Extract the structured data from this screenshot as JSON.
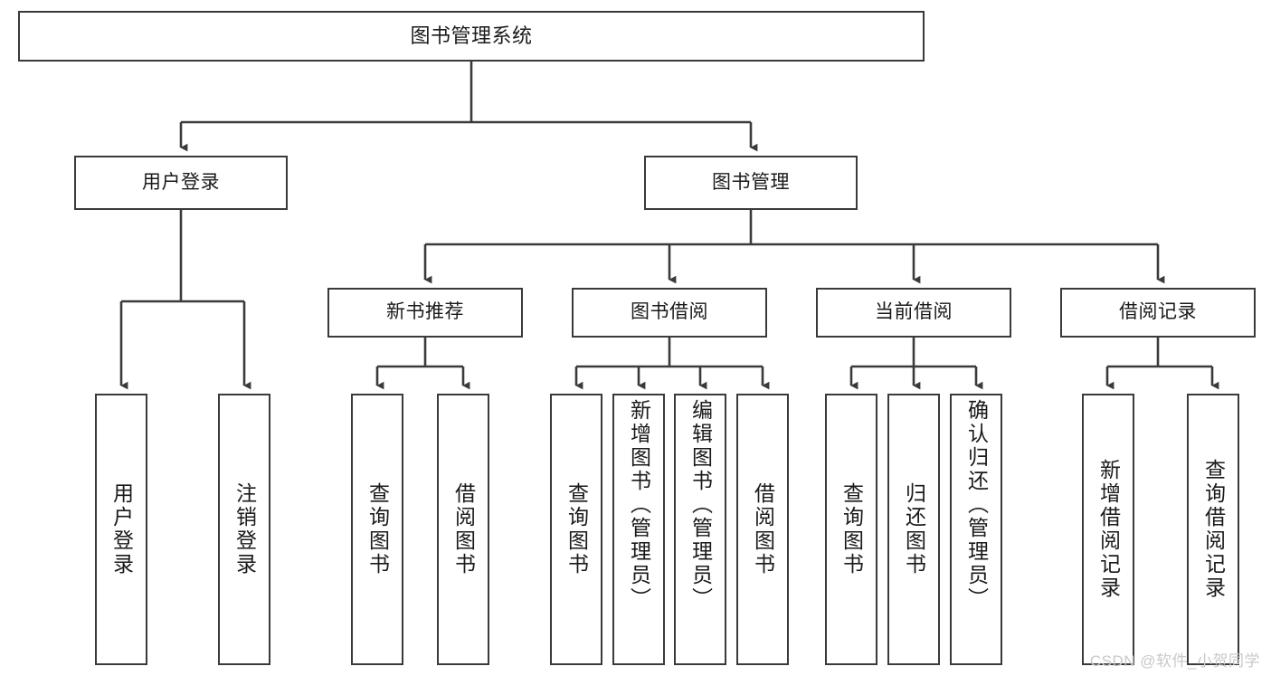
{
  "diagram": {
    "title": "图书管理系统",
    "type": "tree",
    "root": {
      "label": "图书管理系统"
    },
    "level1": [
      {
        "label": "用户登录"
      },
      {
        "label": "图书管理"
      }
    ],
    "level2": [
      {
        "label": "新书推荐",
        "parent": "图书管理"
      },
      {
        "label": "图书借阅",
        "parent": "图书管理"
      },
      {
        "label": "当前借阅",
        "parent": "图书管理"
      },
      {
        "label": "借阅记录",
        "parent": "图书管理"
      }
    ],
    "leaves": {
      "user_login": [
        {
          "label": "用户登录"
        },
        {
          "label": "注销登录"
        }
      ],
      "new_book": [
        {
          "label": "查询图书"
        },
        {
          "label": "借阅图书"
        }
      ],
      "book_borrow": [
        {
          "label": "查询图书"
        },
        {
          "label": "新增图书（管理员）"
        },
        {
          "label": "编辑图书（管理员）"
        },
        {
          "label": "借阅图书"
        }
      ],
      "current_borrow": [
        {
          "label": "查询图书"
        },
        {
          "label": "归还图书"
        },
        {
          "label": "确认归还（管理员）"
        }
      ],
      "borrow_record": [
        {
          "label": "新增借阅记录"
        },
        {
          "label": "查询借阅记录"
        }
      ]
    }
  },
  "watermark": {
    "text": "CSDN @软件_小贺同学"
  },
  "colors": {
    "stroke": "#3a3a3a",
    "fill": "#ffffff",
    "text": "#1a1a1a",
    "watermark": "#c9c9c9"
  }
}
